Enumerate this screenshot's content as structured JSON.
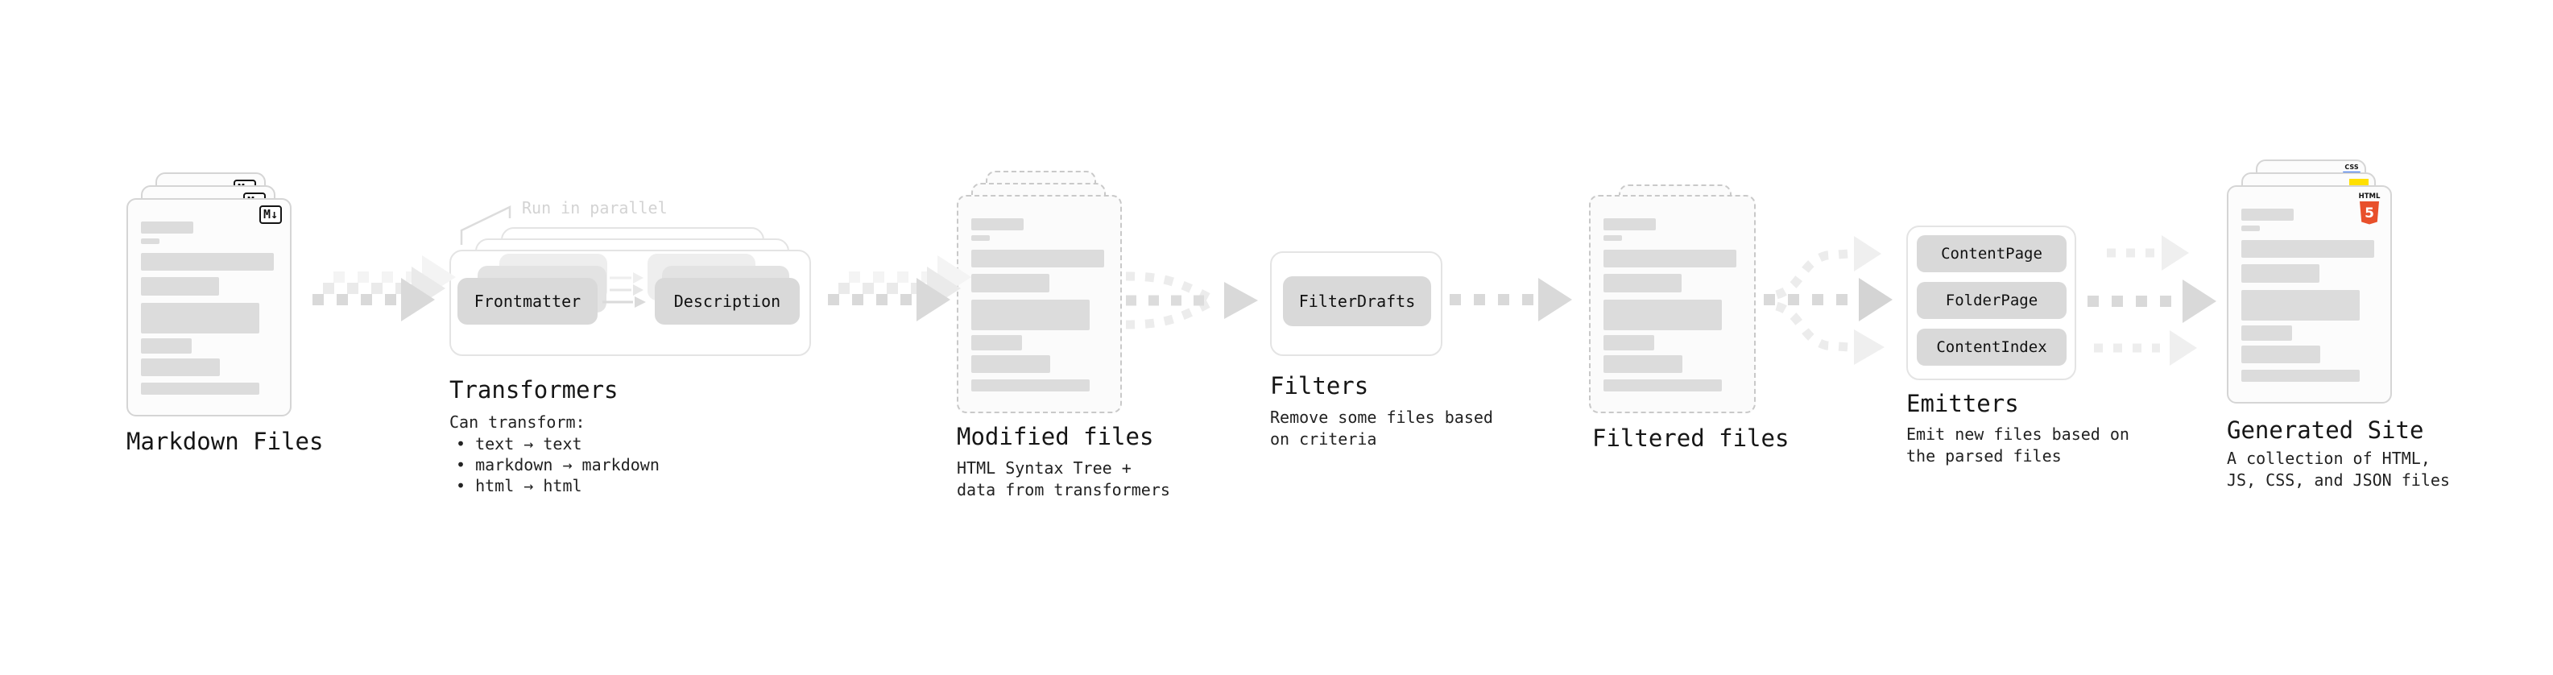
{
  "palette": {
    "arrow_gray": "#d9d9d9",
    "pill_gray": "#d9d9d9",
    "html5_orange": "#e8502b",
    "js_yellow": "#ffe000",
    "css_blue": "#2c6bed"
  },
  "stages": {
    "markdown_files": {
      "title": "Markdown Files",
      "badge": "M↓"
    },
    "transformers": {
      "title": "Transformers",
      "note": "Run in parallel",
      "pill_left": "Frontmatter",
      "pill_right": "Description",
      "desc_heading": "Can transform:",
      "bullets": [
        "• text → text",
        "• markdown → markdown",
        "• html → html"
      ]
    },
    "modified_files": {
      "title": "Modified files",
      "desc": "HTML Syntax Tree +\ndata from transformers"
    },
    "filters": {
      "title": "Filters",
      "pill": "FilterDrafts",
      "desc": "Remove some files based\non criteria"
    },
    "filtered_files": {
      "title": "Filtered files"
    },
    "emitters": {
      "title": "Emitters",
      "pills": [
        "ContentPage",
        "FolderPage",
        "ContentIndex"
      ],
      "desc": "Emit new files based on\nthe parsed files"
    },
    "generated_site": {
      "title": "Generated Site",
      "desc": "A collection of HTML,\nJS, CSS, and JSON files",
      "badge_css": "CSS",
      "badge_html": "HTML",
      "badge_html_number": "5"
    }
  }
}
